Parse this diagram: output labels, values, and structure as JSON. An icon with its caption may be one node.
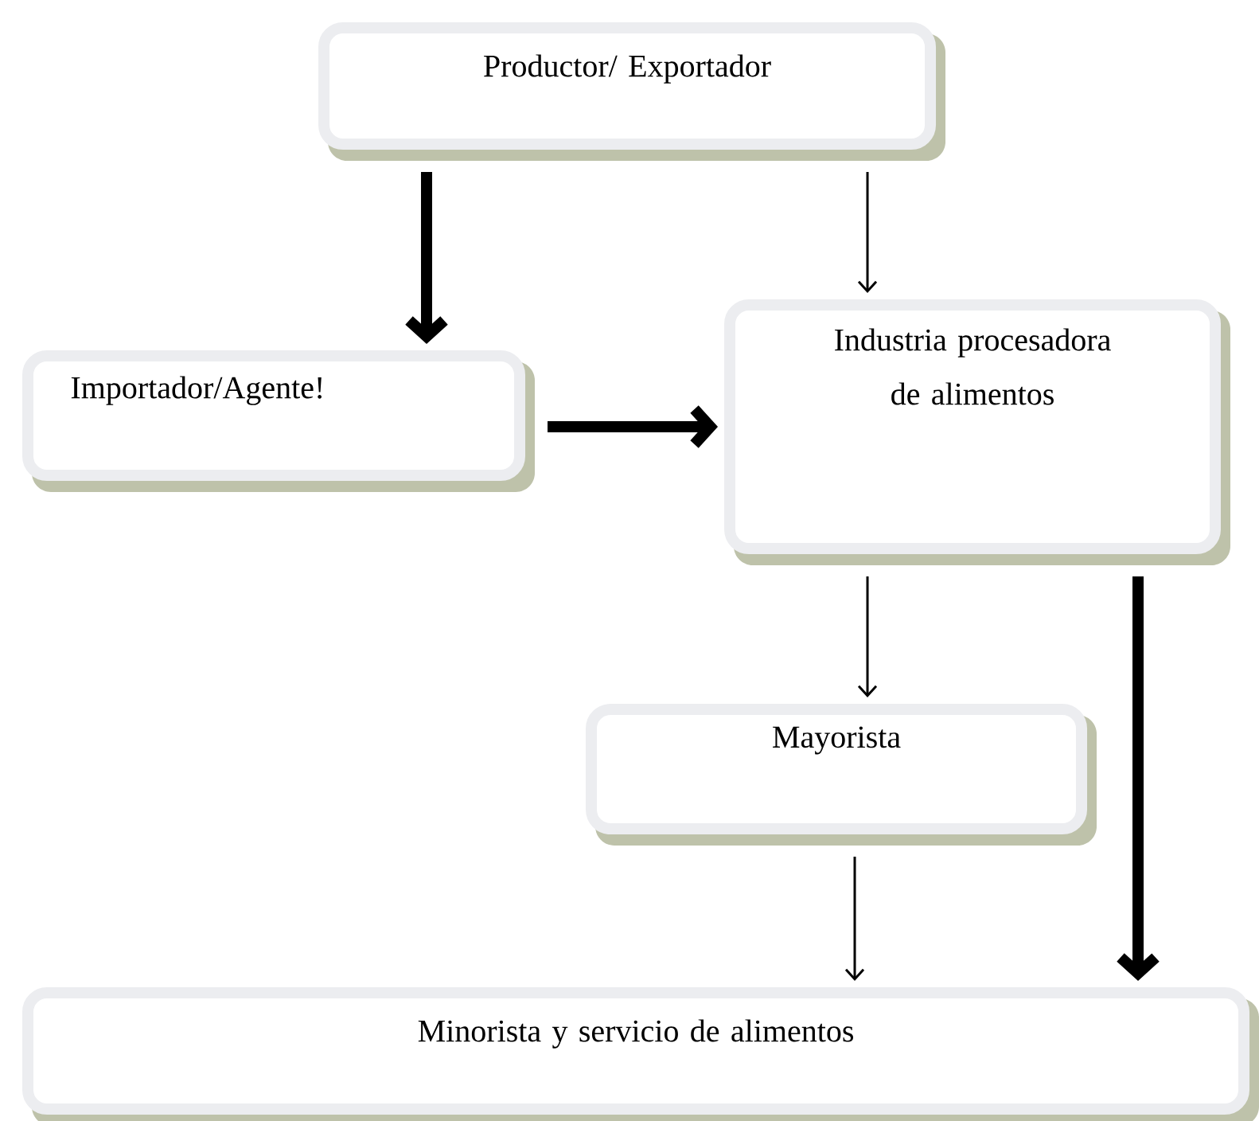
{
  "diagram": {
    "nodes": [
      {
        "text": [
          "Productor/ Exportador"
        ]
      },
      {
        "text": [
          "Importador/Agente!"
        ]
      },
      {
        "text": [
          "Industria procesadora de alimentos"
        ]
      },
      {
        "text": [
          "Mayorista"
        ]
      },
      {
        "text": [
          "Minorista y servicio de alimentos"
        ]
      }
    ],
    "edges": [
      {
        "from": 0,
        "to": 1,
        "arrow": "to",
        "style": "thick"
      },
      {
        "from": 0,
        "to": 2,
        "arrow": "to"
      },
      {
        "from": 1,
        "to": 2,
        "arrow": "to",
        "style": "thick"
      },
      {
        "from": 2,
        "to": 3,
        "arrow": "to"
      },
      {
        "from": 3,
        "to": 4,
        "arrow": "to"
      },
      {
        "from": 2,
        "to": 4,
        "arrow": "to",
        "style": "thick"
      }
    ]
  }
}
